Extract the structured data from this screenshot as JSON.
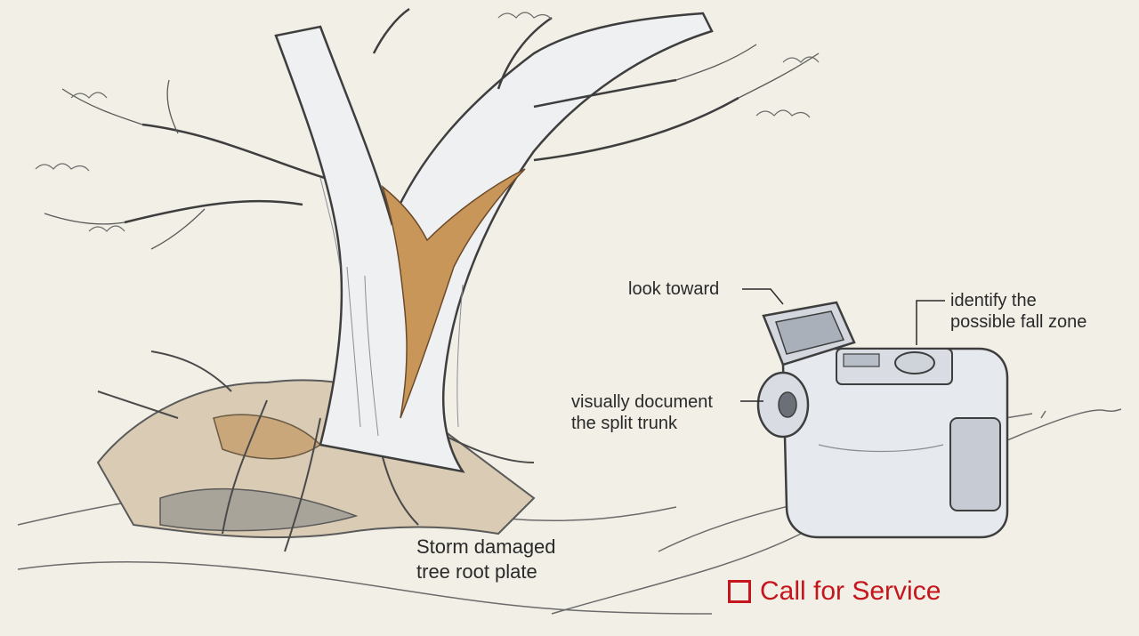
{
  "labels": {
    "look_toward": "look toward",
    "identify_line1": "identify the",
    "identify_line2": "possible fall zone",
    "document_line1": "visually document",
    "document_line2": "the split trunk",
    "storm_line1": "Storm damaged",
    "storm_line2": "tree root plate"
  },
  "cta": {
    "label": "Call for Service"
  },
  "colors": {
    "background": "#f2efe6",
    "ink": "#2a2a2a",
    "accent_red": "#c4161c",
    "wood_split": "#c9965a"
  },
  "icons": {
    "cta": "checkbox-icon",
    "device": "camera-icon"
  }
}
